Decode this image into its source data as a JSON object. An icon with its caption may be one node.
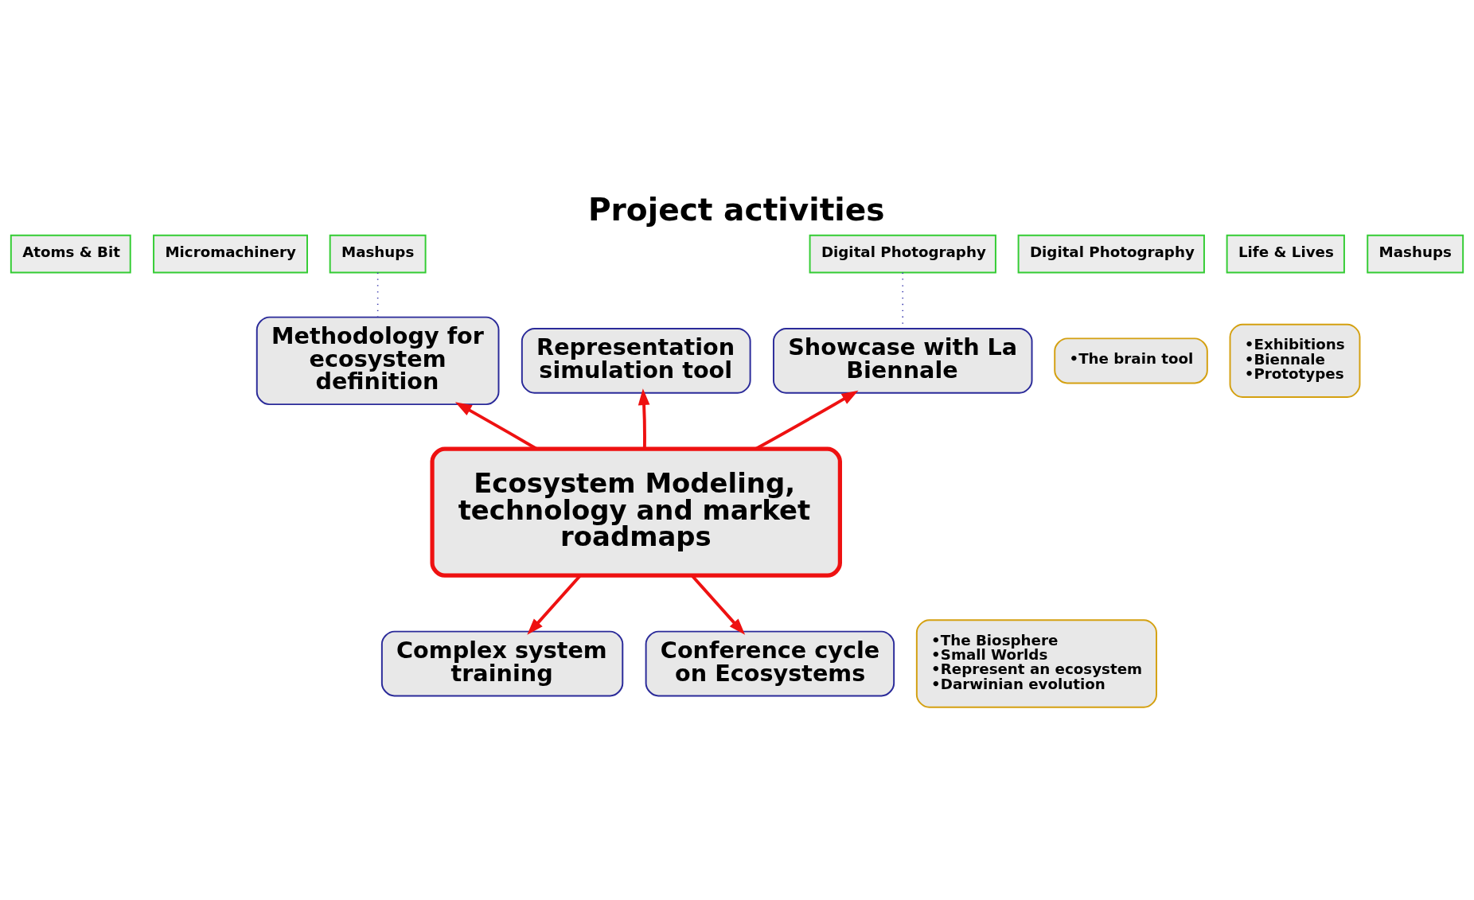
{
  "diagram": {
    "title": "Project activities",
    "nodes": [
      {
        "text": [
          "Ecosystem Modeling, technology and market roadmaps"
        ]
      },
      {
        "text": [
          "Methodology for ecosystem definition"
        ]
      },
      {
        "text": [
          "Representation simulation tool"
        ]
      },
      {
        "text": [
          "Showcase with La Biennale"
        ]
      },
      {
        "text": [
          "Complex system training"
        ]
      },
      {
        "text": [
          "Conference cycle on Ecosystems"
        ]
      },
      {
        "text": [
          "Atoms & Bit"
        ]
      },
      {
        "text": [
          "Micromachinery"
        ]
      },
      {
        "text": [
          "Mashups"
        ]
      },
      {
        "text": [
          "Digital Photography"
        ]
      },
      {
        "text": [
          "Life & Lives"
        ]
      },
      {
        "text": [
          "Mashups"
        ]
      },
      {
        "text": [
          "Digital Photography"
        ]
      },
      {
        "text": [
          "•The brain tool"
        ]
      },
      {
        "text": [
          "•Exhibitions",
          "•Biennale",
          "•Prototypes"
        ]
      },
      {
        "text": [
          "•The Biosphere",
          "•Small Worlds",
          "•Represent an ecosystem",
          "•Darwinian evolution"
        ]
      }
    ],
    "edges": [
      {
        "from": 0,
        "to": 1,
        "arrow": "to"
      },
      {
        "from": 0,
        "to": 2,
        "arrow": "to"
      },
      {
        "from": 0,
        "to": 3,
        "arrow": "to"
      },
      {
        "from": 0,
        "to": 4,
        "arrow": "to"
      },
      {
        "from": 0,
        "to": 5,
        "arrow": "to"
      },
      {
        "from": 8,
        "to": 1,
        "arrow": "none",
        "style": "dashed",
        "color": "#3333aa"
      },
      {
        "from": 12,
        "to": 3,
        "arrow": "none",
        "style": "dashed",
        "color": "#3333aa"
      }
    ]
  }
}
